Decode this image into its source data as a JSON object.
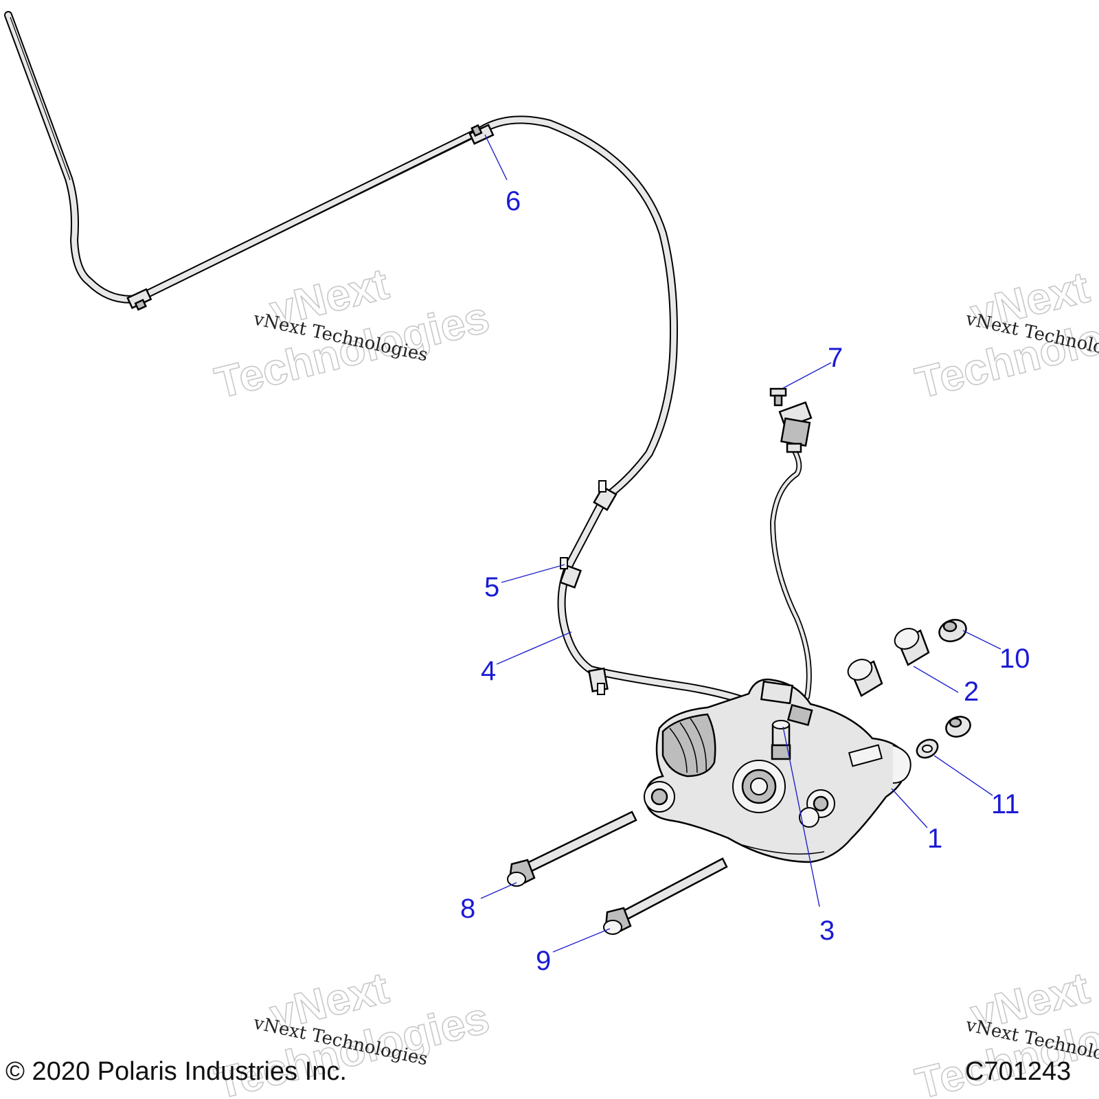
{
  "callouts": {
    "c1": "1",
    "c2": "2",
    "c3": "3",
    "c4": "4",
    "c5": "5",
    "c6": "6",
    "c7": "7",
    "c8": "8",
    "c9": "9",
    "c10": "10",
    "c11": "11"
  },
  "watermark": {
    "line1": "vNext Technologies",
    "big1": "vNext",
    "big2": "Technologies"
  },
  "footer": {
    "copyright": "© 2020 Polaris Industries Inc.",
    "drawing_number": "C701243"
  },
  "colors": {
    "callout": "#1a1ad6",
    "leader": "#2222cc"
  }
}
